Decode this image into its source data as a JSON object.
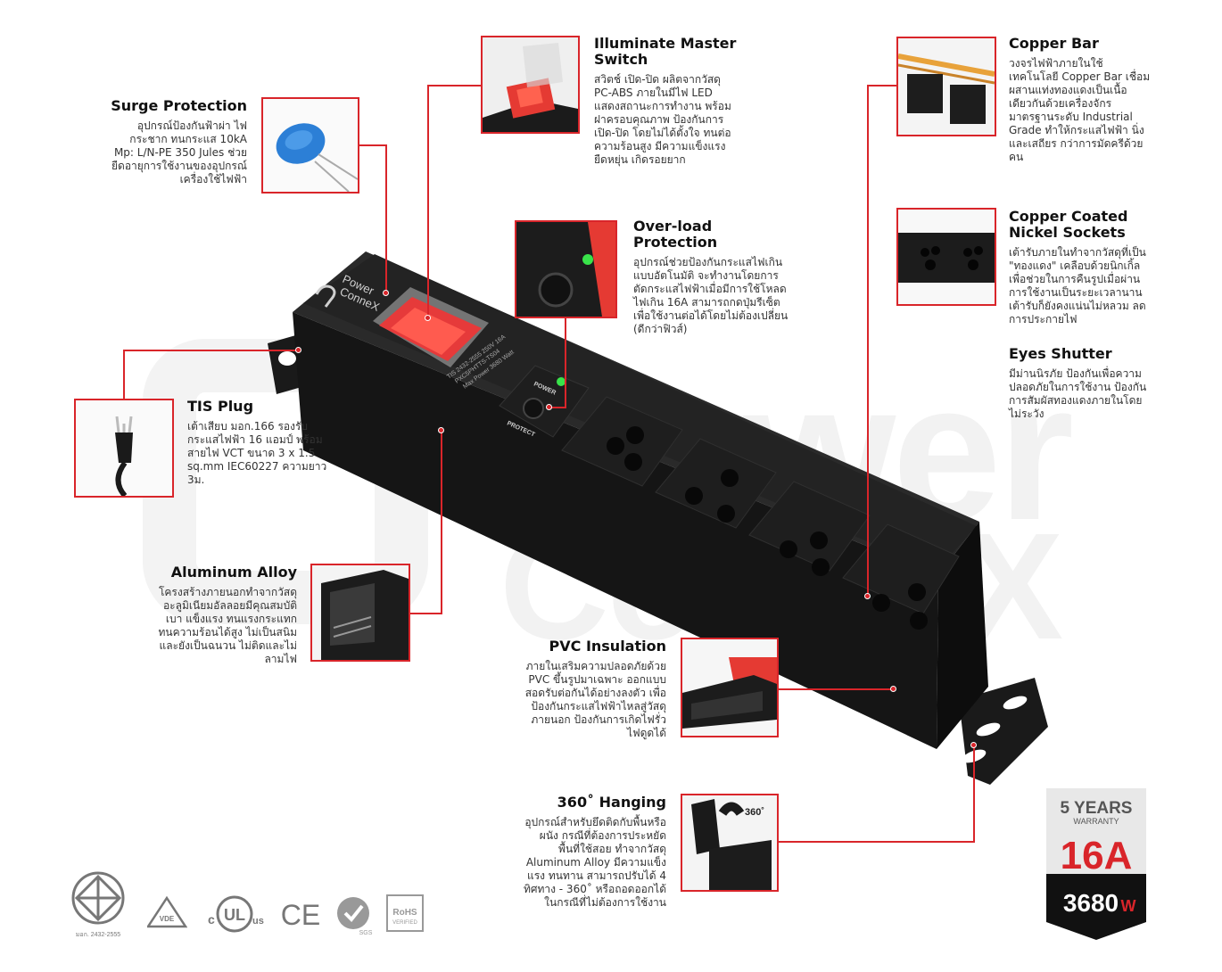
{
  "features": {
    "surge": {
      "title": "Surge Protection",
      "desc": "อุปกรณ์ป้องกันฟ้าผ่า ไฟกระชาก ทนกระแส 10kA Mp: L/N-PE 350 Jules ช่วยยืดอายุการใช้งานของอุปกรณ์เครื่องใช้ไฟฟ้า"
    },
    "master": {
      "title": "Illuminate Master Switch",
      "desc": "สวิตช์ เปิด-ปิด ผลิตจากวัสดุ PC-ABS ภายในมีไฟ LED แสดงสถานะการทำงาน พร้อมฝาครอบคุณภาพ ป้องกันการเปิด-ปิด โดยไม่ได้ตั้งใจ ทนต่อความร้อนสูง มีความแข็งแรง ยืดหยุ่น เกิดรอยยาก"
    },
    "overload": {
      "title": "Over-load Protection",
      "desc": "อุปกรณ์ช่วยป้องกันกระแสไฟเกินแบบอัตโนมัติ จะทำงานโดยการตัดกระแสไฟฟ้าเมื่อมีการใช้โหลดไฟเกิน 16A สามารถกดปุ่มรีเซ็ตเพื่อใช้งานต่อได้โดยไม่ต้องเปลี่ยน (ดีกว่าฟิวส์)"
    },
    "copperbar": {
      "title": "Copper Bar",
      "desc": "วงจรไฟฟ้าภายในใช้เทคโนโลยี Copper Bar เชื่อมผสานแท่งทองแดงเป็นเนื้อเดียวกันด้วยเครื่องจักรมาตรฐานระดับ Industrial Grade ทำให้กระแสไฟฟ้า นิ่ง และเสถียร กว่าการมัดครีด้วยคน"
    },
    "nickel": {
      "title": "Copper Coated Nickel Sockets",
      "desc": "เต้ารับภายในทำจากวัสดุที่เป็น \"ทองแดง\" เคลือบด้วยนิกเกิ้ลเพื่อช่วยในการคืนรูปเมื่อผ่านการใช้งานเป็นระยะเวลานาน เต้ารับก็ยังคงแน่นไม่หลวม ลดการประกายไฟ"
    },
    "shutter": {
      "title": "Eyes Shutter",
      "desc": "มีม่านนิรภัย ป้องกันเพื่อความปลอดภัยในการใช้งาน ป้องกันการสัมผัสทองแดงภายในโดยไม่ระวัง"
    },
    "tis": {
      "title": "TIS Plug",
      "desc": "เต้าเสียบ มอก.166 รองรับกระแสไฟฟ้า 16 แอมป์ พร้อมสายไฟ VCT ขนาด 3 x 1.5 sq.mm IEC60227 ความยาว 3ม."
    },
    "aluminum": {
      "title": "Aluminum Alloy",
      "desc": "โครงสร้างภายนอกทำจากวัสดุ อะลูมิเนียมอัลลอยมีคุณสมบัติเบา แข็งแรง ทนแรงกระแทก ทนความร้อนได้สูง ไม่เป็นสนิม และยังเป็นฉนวน ไม่ติดและไม่ลามไฟ"
    },
    "pvc": {
      "title": "PVC Insulation",
      "desc": "ภายในเสริมความปลอดภัยด้วย PVC ขึ้นรูปมาเฉพาะ ออกแบบสอดรับต่อกันได้อย่างลงตัว เพื่อป้องกันกระแสไฟฟ้าไหลสู่วัสดุภายนอก ป้องกันการเกิดไฟรั่ว ไฟดูดได้"
    },
    "hanging": {
      "title": "360˚ Hanging",
      "desc": "อุปกรณ์สำหรับยึดติดกับพื้นหรือผนัง กรณีที่ต้องการประหยัดพื้นที่ใช้สอย ทำจากวัสดุ Aluminum Alloy มีความแข็งแรง ทนทาน สามารถปรับได้ 4 ทิศทาง - 360˚ หรือถอดออกได้ ในกรณีที่ไม่ต้องการใช้งาน"
    }
  },
  "product": {
    "brand_line1": "Power",
    "brand_line2": "ConneX",
    "power_label": "POWER",
    "protect_label": "PROTECT",
    "spec_line1": "TIS 2432-2555 250V 16A",
    "spec_line2": "PXC5PHTTS-TS04",
    "spec_line3": "Max Power 3680 Watt",
    "badge_360": "360˚"
  },
  "watermark": {
    "line1": "Power",
    "line2": "ConneX"
  },
  "badge": {
    "years": "5 YEARS",
    "warranty": "WARRANTY",
    "amp": "16A",
    "watt": "3680",
    "watt_unit": "W"
  },
  "certs": {
    "tis_label": "มอก. 2432-2555",
    "vde": "VDE",
    "ul": "UL",
    "ul_c": "c",
    "ul_us": "us",
    "ce": "CE",
    "sgs": "SGS",
    "rohs": "RoHS",
    "rohs_sub": "VERIFIED"
  },
  "colors": {
    "accent": "#d9252a",
    "product_body": "#1c1c1c",
    "led": "#39e34a"
  }
}
